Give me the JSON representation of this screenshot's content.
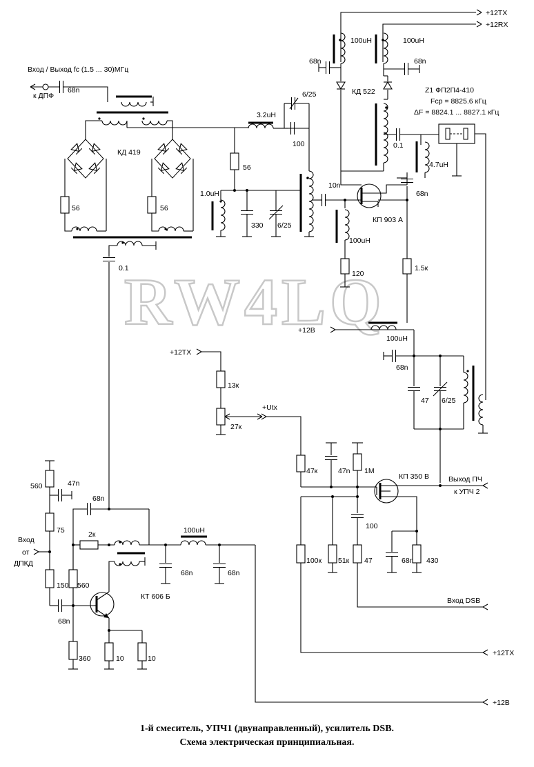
{
  "caption": {
    "line1": "1-й смеситель,  УПЧ1 (двунаправленный),  усилитель DSB.",
    "line2": "Схема  электрическая принципиальная."
  },
  "watermark": "RW4LQ",
  "ports": {
    "p12tx_top": "+12TX",
    "p12rx": "+12RX",
    "p12b_mid": "+12В",
    "p12tx_pot": "+12TX",
    "putx": "+Utx",
    "out_pch": "Выход ПЧ",
    "to_upch2": "к УПЧ 2",
    "in_dsb": "Вход  DSB",
    "p12tx_bottom": "+12TX",
    "p12b_bottom": "+12В",
    "input_title": "Вход / Выход  fc  (1.5  ...  30)МГц",
    "to_dpf": "к ДПФ",
    "in_label": "Вход",
    "in_from": "от",
    "in_dpkd": "ДПКД"
  },
  "labels": {
    "c68_in": "68n",
    "kd419": "КД 419",
    "r56_left": "56",
    "r56_right": "56",
    "c01_mixer": "0.1",
    "l32": "3.2uH",
    "c625_top": "6/25",
    "c100_top": "100",
    "r56_mid": "56",
    "l10": "1.0uH",
    "c330": "330",
    "c625_mid": "6/25",
    "c10n": "10n",
    "kp903": "КП 903 А",
    "l100_src": "100uH",
    "r120": "120",
    "r15k": "1.5к",
    "l100_tx": "100uH",
    "c68_tx": "68n",
    "l100_rx": "100uH",
    "c68_rx": "68n",
    "kd522": "КД 522",
    "z1": "Z1  ФП2П4-410",
    "fcp": "Fср = 8825.6 кГц",
    "df": "ΔF = 8824.1 ... 8827.1 кГц",
    "c01_filter": "0.1",
    "l47": "4.7uH",
    "c68_drain": "68n",
    "l100_mid": "100uH",
    "c68_mid": "68n",
    "c47_tank": "47",
    "c625_tank": "6/25",
    "r13k": "13к",
    "r27k": "27к",
    "r47k": "47к",
    "c47n_gate": "47n",
    "r1m": "1M",
    "kp350": "КП 350 В",
    "c100_dsb": "100",
    "r100k": "100к",
    "r51k": "51к",
    "r47_dsb": "47",
    "c68_src": "68n",
    "r430": "430",
    "r560_top": "560",
    "c47n_div": "47n",
    "r75": "75",
    "c68_fb": "68n",
    "r2k": "2к",
    "l100_out": "100uH",
    "r150": "150",
    "r560_bias": "560",
    "c68_base": "68n",
    "kt606": "КТ 606 Б",
    "c68_pi1": "68n",
    "c68_pi2": "68n",
    "r360": "360",
    "r10a": "10",
    "r10b": "10"
  }
}
